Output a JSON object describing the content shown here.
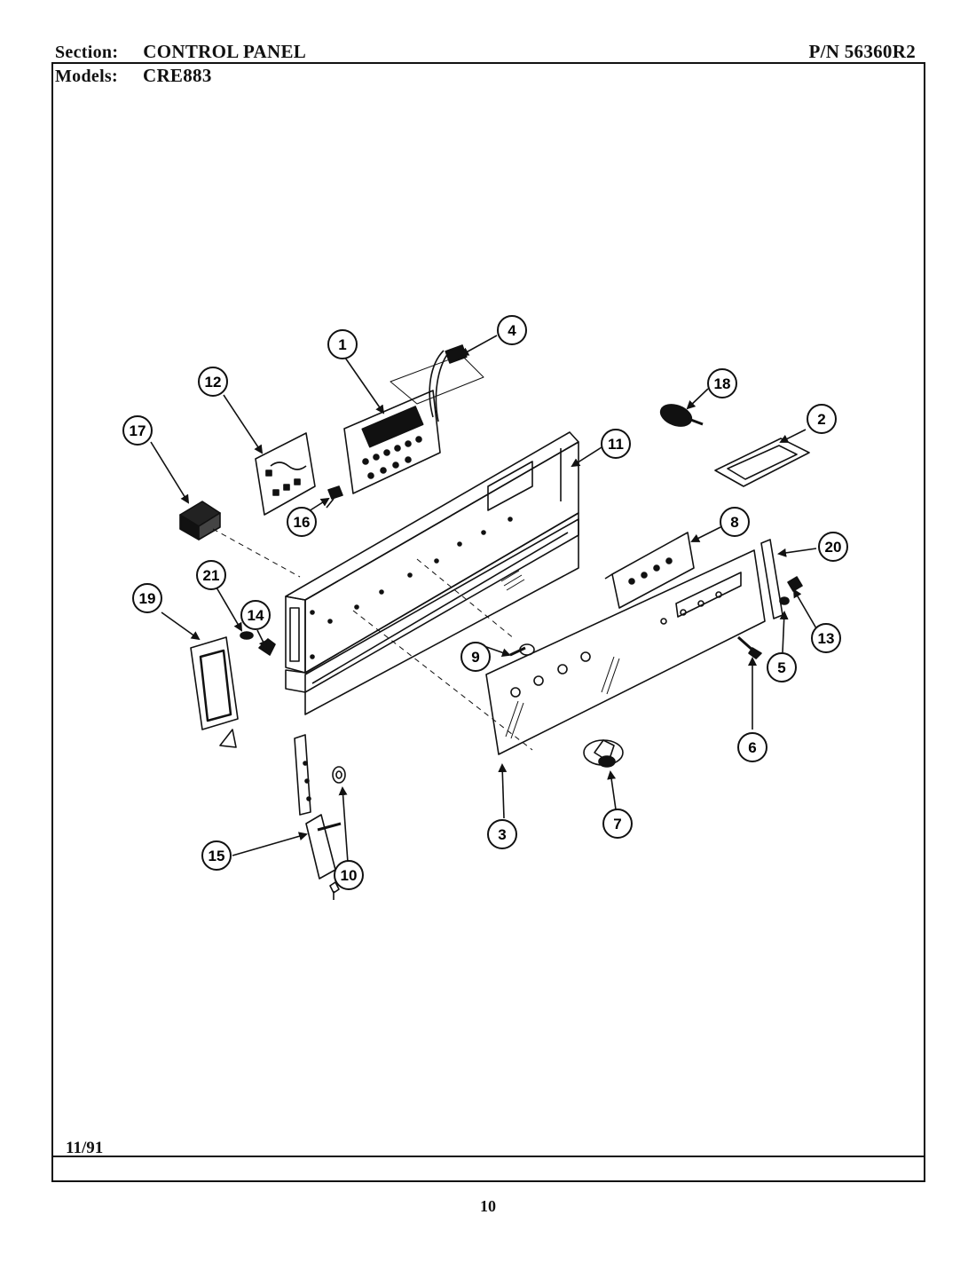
{
  "header": {
    "section_label": "Section:",
    "section_value": "CONTROL PANEL",
    "models_label": "Models:",
    "models_value": "CRE883",
    "part_number": "P/N 56360R2"
  },
  "footer": {
    "date": "11/91",
    "page_number": "10"
  },
  "callouts": [
    {
      "id": "callout-1",
      "label": "1"
    },
    {
      "id": "callout-2",
      "label": "2"
    },
    {
      "id": "callout-3",
      "label": "3"
    },
    {
      "id": "callout-4",
      "label": "4"
    },
    {
      "id": "callout-5",
      "label": "5"
    },
    {
      "id": "callout-6",
      "label": "6"
    },
    {
      "id": "callout-7",
      "label": "7"
    },
    {
      "id": "callout-8",
      "label": "8"
    },
    {
      "id": "callout-9",
      "label": "9"
    },
    {
      "id": "callout-10",
      "label": "10"
    },
    {
      "id": "callout-11",
      "label": "11"
    },
    {
      "id": "callout-12",
      "label": "12"
    },
    {
      "id": "callout-13",
      "label": "13"
    },
    {
      "id": "callout-14",
      "label": "14"
    },
    {
      "id": "callout-15",
      "label": "15"
    },
    {
      "id": "callout-16",
      "label": "16"
    },
    {
      "id": "callout-17",
      "label": "17"
    },
    {
      "id": "callout-18",
      "label": "18"
    },
    {
      "id": "callout-19",
      "label": "19"
    },
    {
      "id": "callout-20",
      "label": "20"
    },
    {
      "id": "callout-21",
      "label": "21"
    }
  ]
}
